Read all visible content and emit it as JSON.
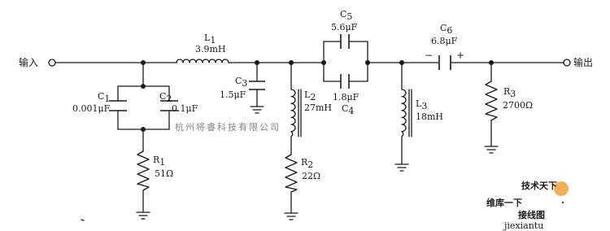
{
  "labels": {
    "input": "输入",
    "output": "输出"
  },
  "components": {
    "L1": {
      "letter": "L",
      "sub": "1",
      "value": "3.9mH"
    },
    "C1": {
      "letter": "C",
      "sub": "1",
      "value": "0.001μF"
    },
    "C2": {
      "letter": "C",
      "sub": "2",
      "value": "0.1μF"
    },
    "R1": {
      "letter": "R",
      "sub": "1",
      "value": "51Ω"
    },
    "C3": {
      "letter": "C",
      "sub": "3",
      "value": "1.5μF"
    },
    "L2": {
      "letter": "L",
      "sub": "2",
      "value": "27mH"
    },
    "R2": {
      "letter": "R",
      "sub": "2",
      "value": "22Ω"
    },
    "C5": {
      "letter": "C",
      "sub": "5",
      "value": "5.6μF"
    },
    "C4": {
      "letter": "C",
      "sub": "4",
      "value": "1.8μF"
    },
    "L3": {
      "letter": "L",
      "sub": "3",
      "value": "18mH"
    },
    "C6": {
      "letter": "C",
      "sub": "6",
      "value": "6.8μF"
    },
    "R3": {
      "letter": "R",
      "sub": "3",
      "value": "2700Ω"
    }
  },
  "polarity": {
    "minus": "−",
    "plus": "+"
  },
  "watermark": "杭州将睿科技有限公司",
  "logo": {
    "top": "技术天下",
    "main": "维库一下",
    "dot": "·",
    "green": "接线图",
    "url": "jiexiantu"
  },
  "colors": {
    "wire": "#1a1a1a",
    "watermark": "#9a9a9a",
    "logo_red": "#d81b1b",
    "logo_green": "#3a9a2a"
  }
}
